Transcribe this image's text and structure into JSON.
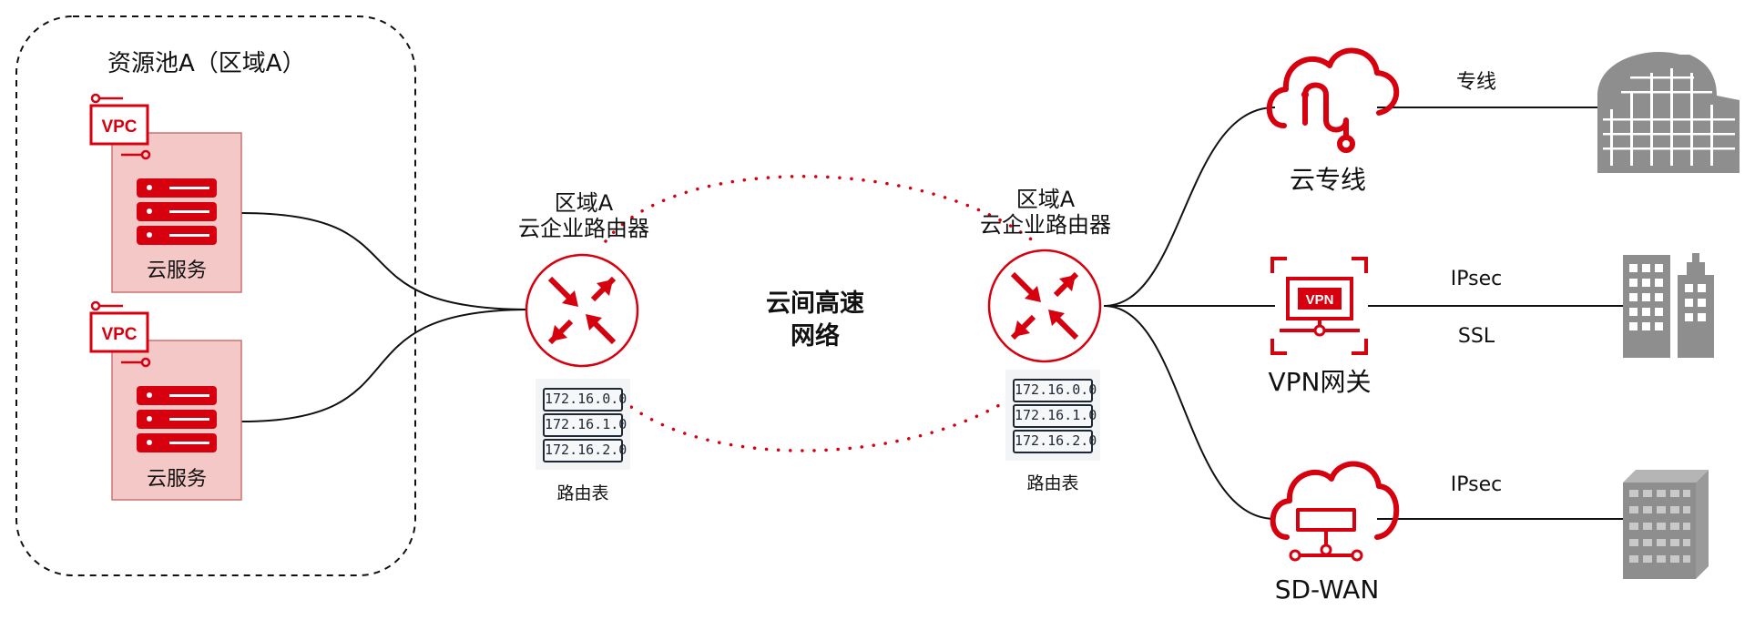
{
  "resource_pool": {
    "title": "资源池A（区域A）"
  },
  "vpc_badge": "VPC",
  "cloud_services": [
    {
      "label": "云服务"
    },
    {
      "label": "云服务"
    }
  ],
  "routers": [
    {
      "line1": "区域A",
      "line2": "云企业路由器"
    },
    {
      "line1": "区域A",
      "line2": "云企业路由器"
    }
  ],
  "route_table": {
    "label": "路由表",
    "rows": [
      "172.16.0.0",
      "172.16.1.0",
      "172.16.2.0"
    ]
  },
  "network": {
    "line1": "云间高速",
    "line2": "网络"
  },
  "access_services": [
    {
      "label": "云专线"
    },
    {
      "label": "VPN网关",
      "badge": "VPN"
    },
    {
      "label": "SD-WAN"
    }
  ],
  "links": {
    "dedicated": "专线",
    "ipsec": "IPsec",
    "ssl": "SSL"
  },
  "colors": {
    "accent": "#d7000f",
    "service_fill": "#f5c8c8",
    "building_gray": "#8e8e8e",
    "line": "#111111"
  }
}
